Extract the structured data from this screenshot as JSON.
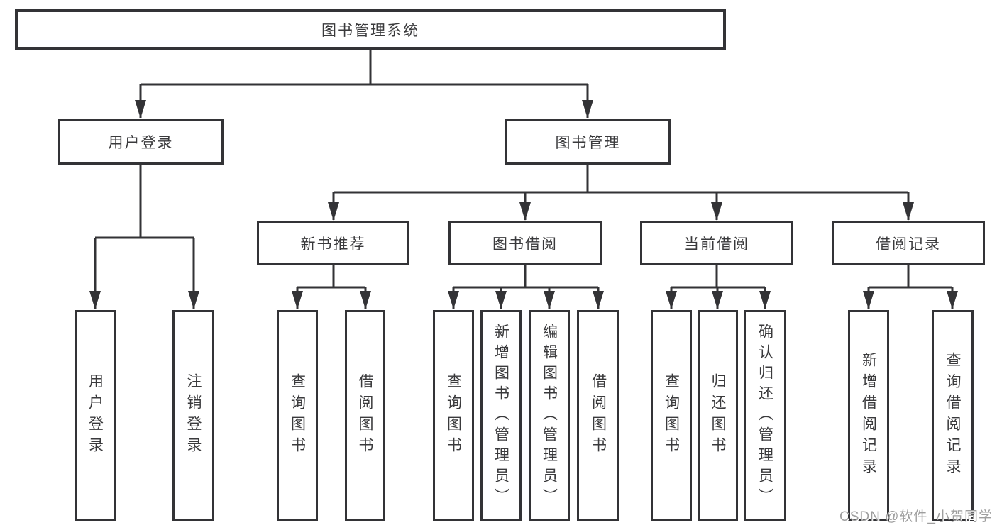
{
  "diagram": {
    "title": "图书管理系统",
    "nodes": {
      "root": "图书管理系统",
      "user_login": "用户登录",
      "book_management": "图书管理",
      "new_book_recommend": "新书推荐",
      "book_borrow": "图书借阅",
      "current_borrow": "当前借阅",
      "borrow_records": "借阅记录",
      "leaves": [
        "用户登录",
        "注销登录",
        "查询图书",
        "借阅图书",
        "查询图书",
        "新增图书（管理员）",
        "编辑图书（管理员）",
        "借阅图书",
        "查询图书",
        "归还图书",
        "确认归还（管理员）",
        "新增借阅记录",
        "查询借阅记录"
      ]
    },
    "watermark": "CSDN @软件_小贺同学",
    "colors": {
      "line": "#333336",
      "text": "#3a3a3c",
      "background": "#ffffff",
      "watermark": "#9e9e9e"
    }
  }
}
